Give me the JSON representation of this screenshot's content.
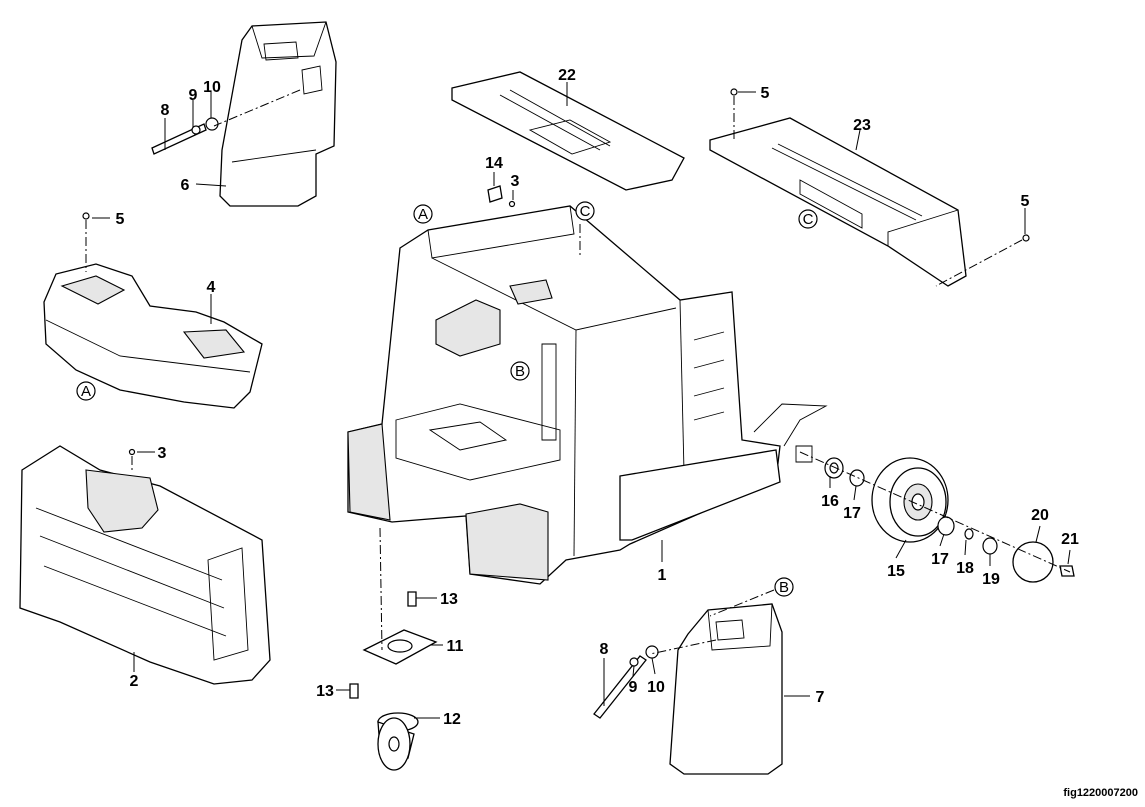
{
  "diagram": {
    "figure_id": "fig1220007200",
    "callouts": {
      "c1": "1",
      "c2": "2",
      "c3a": "3",
      "c3b": "3",
      "c4": "4",
      "c5a": "5",
      "c5b": "5",
      "c5c": "5",
      "c6": "6",
      "c7": "7",
      "c8a": "8",
      "c8b": "8",
      "c9a": "9",
      "c9b": "9",
      "c10a": "10",
      "c10b": "10",
      "c11": "11",
      "c12": "12",
      "c13a": "13",
      "c13b": "13",
      "c14": "14",
      "c15": "15",
      "c16": "16",
      "c17a": "17",
      "c17b": "17",
      "c18": "18",
      "c19": "19",
      "c20": "20",
      "c21": "21",
      "c22": "22",
      "c23": "23"
    },
    "reference_markers": {
      "a1": "A",
      "a2": "A",
      "b1": "B",
      "b2": "B",
      "cc1": "C",
      "cc2": "C"
    }
  }
}
